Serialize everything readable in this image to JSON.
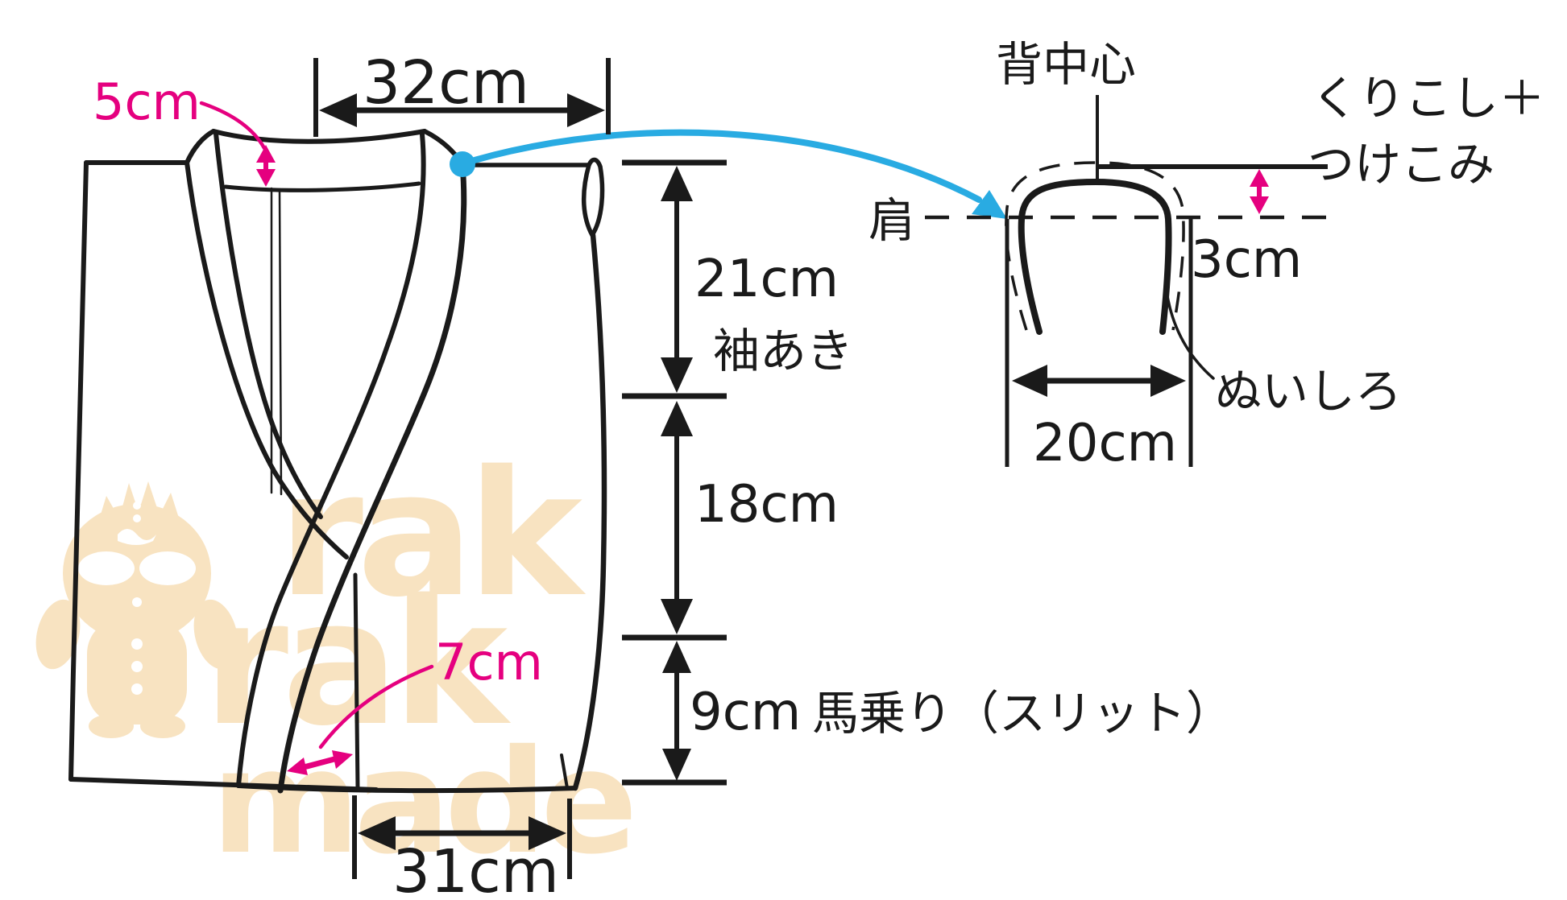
{
  "left_diagram": {
    "top_width_label": "32cm",
    "collar_depth_label": "5cm",
    "sleeve_opening_value": "21cm",
    "sleeve_opening_name": "袖あき",
    "mid_length_label": "18cm",
    "slit_value": "9cm",
    "slit_name": "馬乗り（スリット）",
    "front_overlap_label": "7cm",
    "hem_width_label": "31cm"
  },
  "right_diagram": {
    "back_center_label": "背中心",
    "shoulder_label": "肩",
    "kurikoshi_line1": "くりこし＋",
    "kurikoshi_line2": "つけこみ",
    "rise_label": "3cm",
    "neck_width_label": "20cm",
    "seam_allowance_label": "ぬいしろ"
  },
  "watermark": {
    "rows": [
      "rak",
      "rak",
      "made"
    ]
  },
  "colors": {
    "line": "#1a1a1a",
    "pink": "#e5007f",
    "blue": "#29abe2",
    "watermark": "#f8e3c1"
  }
}
